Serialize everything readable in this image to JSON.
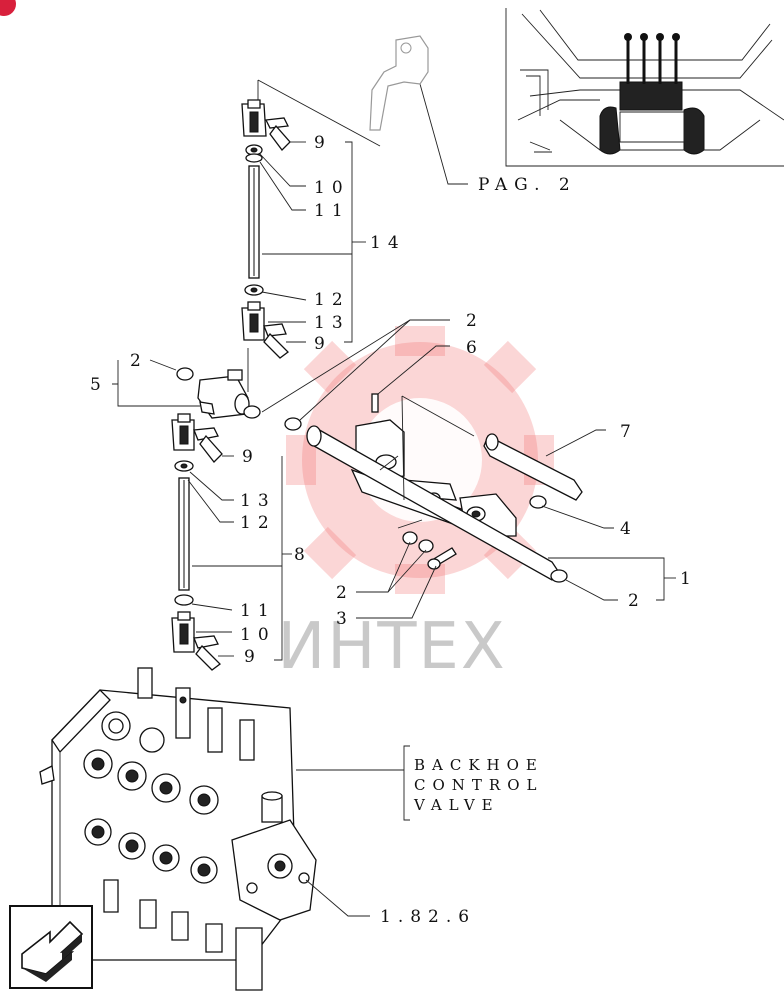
{
  "page_ref": "PAG. 2",
  "block_label": [
    "BACKHOE",
    "CONTROL",
    "VALVE"
  ],
  "ref_code": "1.82.6",
  "watermark": "ИНТЕХ",
  "callouts": {
    "c9a": "9",
    "c10a": "10",
    "c11a": "11",
    "c14": "14",
    "c12a": "12",
    "c13a": "13",
    "c9b": "9",
    "c2a": "2",
    "c6": "6",
    "c5": "5",
    "c2b": "2",
    "c7": "7",
    "c9c": "9",
    "c13b": "13",
    "c12b": "12",
    "c8": "8",
    "c4": "4",
    "c1": "1",
    "c2c": "2",
    "c2d": "2",
    "c3": "3",
    "c11b": "11",
    "c10b": "10",
    "c9d": "9"
  },
  "icons": {
    "nav": "page-return-arrow-icon",
    "corner": "red-corner-badge-icon"
  },
  "colors": {
    "line": "#111111",
    "watermark": "#f06b6b",
    "corner": "#d8203c"
  }
}
